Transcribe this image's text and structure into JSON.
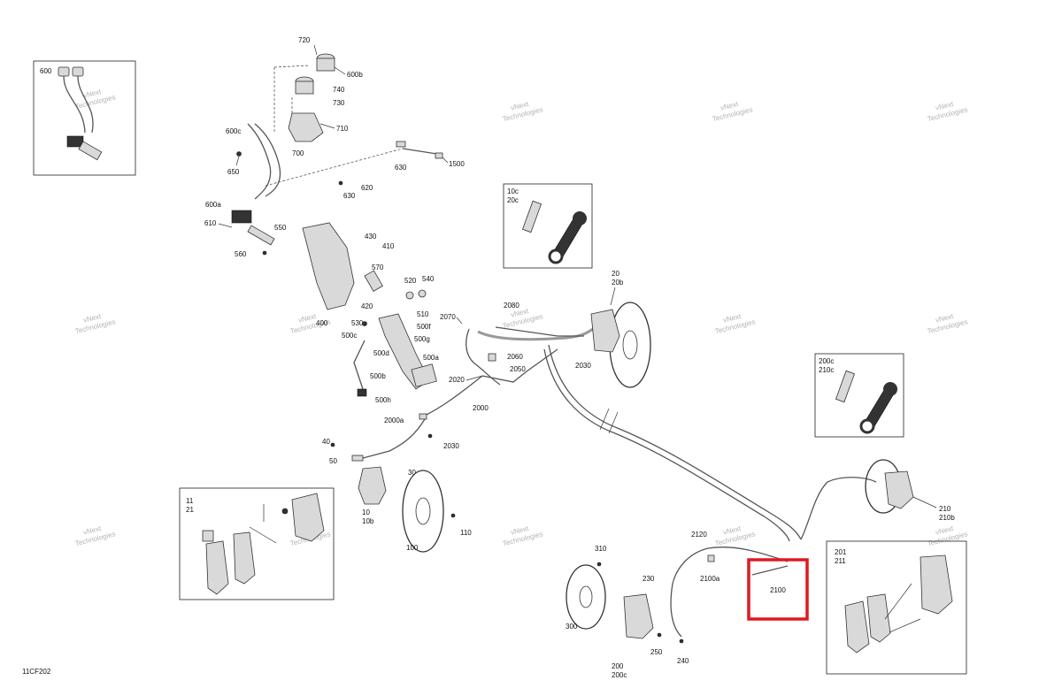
{
  "diagram_code": "11CF202",
  "watermark": {
    "line1": "vNext",
    "line2": "Technologies"
  },
  "highlight": {
    "color": "#e0191e",
    "target_label": "2100"
  },
  "insets": {
    "master_cylinder": "600",
    "bleeder_front": {
      "l1": "10c",
      "l2": "20c"
    },
    "bleeder_rear": {
      "l1": "200c",
      "l2": "210c"
    },
    "pads_front": {
      "l1": "11",
      "l2": "21"
    },
    "pads_rear": {
      "l1": "201",
      "l2": "211"
    }
  },
  "labels": {
    "l720": "720",
    "l600b": "600b",
    "l740": "740",
    "l730": "730",
    "l710": "710",
    "l700": "700",
    "l600c": "600c",
    "l650": "650",
    "l630a": "630",
    "l1500": "1500",
    "l620": "620",
    "l630b": "630",
    "l600a": "600a",
    "l610": "610",
    "l550": "550",
    "l560": "560",
    "l430": "430",
    "l410": "410",
    "l570": "570",
    "l520": "520",
    "l540": "540",
    "l420": "420",
    "l510": "510",
    "l400": "400",
    "l530": "530",
    "l500f": "500f",
    "l500c": "500c",
    "l500g": "500g",
    "l500d": "500d",
    "l500a": "500a",
    "l500b": "500b",
    "l500h": "500h",
    "l20": "20",
    "l20b": "20b",
    "l2080": "2080",
    "l2070": "2070",
    "l2060": "2060",
    "l2050": "2050",
    "l2030a": "2030",
    "l2020": "2020",
    "l2000": "2000",
    "l2000a": "2000a",
    "l2030b": "2030",
    "l40": "40",
    "l50": "50",
    "l30": "30",
    "l10": "10",
    "l10b": "10b",
    "l100": "100",
    "l110": "110",
    "l210": "210",
    "l210b": "210b",
    "l2120": "2120",
    "l2100a": "2100a",
    "l2100": "2100",
    "l310": "310",
    "l230": "230",
    "l300": "300",
    "l250": "250",
    "l240": "240",
    "l200": "200",
    "l200c": "200c"
  }
}
